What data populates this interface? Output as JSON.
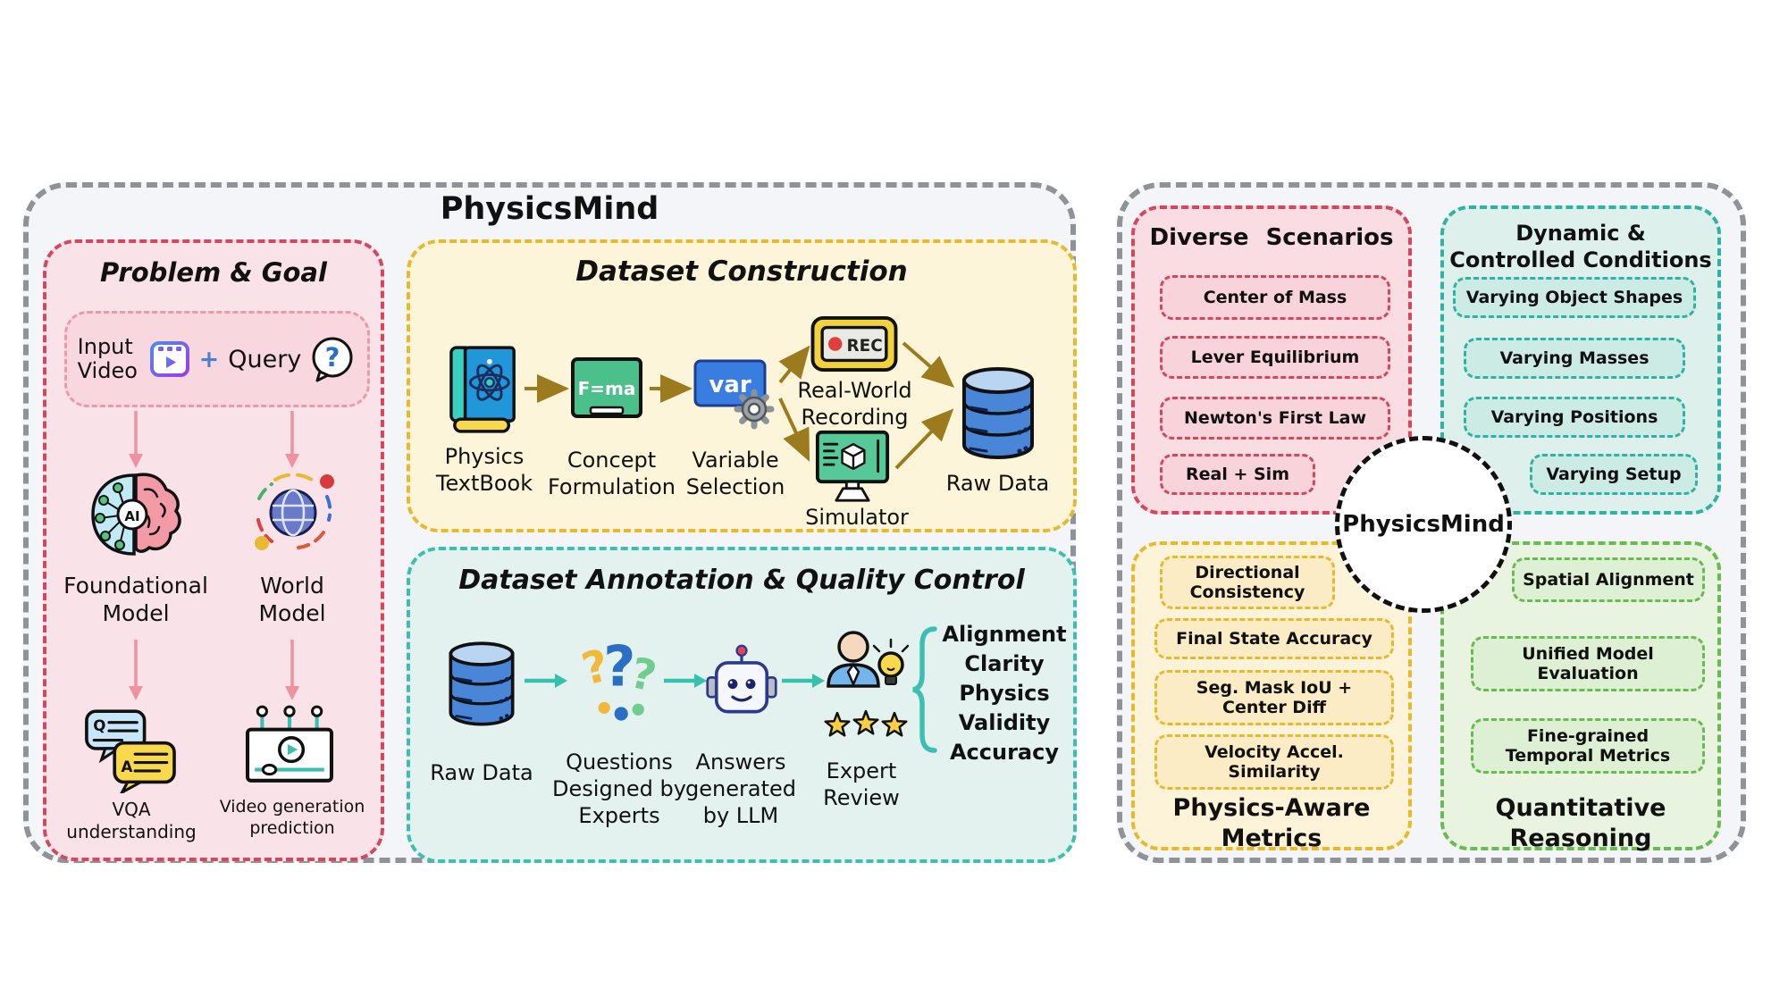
{
  "main_title": "PhysicsMind",
  "problem": {
    "title": "Problem & Goal",
    "input_video": "Input Video",
    "plus": "+",
    "query": "Query",
    "foundational": "Foundational Model",
    "world": "World Model",
    "vqa": "VQA understanding",
    "videogen": "Video generation prediction"
  },
  "construction": {
    "title": "Dataset Construction",
    "physics_textbook": "Physics TextBook",
    "concept_formulation": "Concept Formulation",
    "variable_selection": "Variable Selection",
    "real_world": "Real-World Recording",
    "simulator": "Simulator",
    "raw_data": "Raw Data",
    "rec": "REC",
    "formula": "F=ma",
    "var": "var"
  },
  "annotation": {
    "title": "Dataset Annotation & Quality Control",
    "raw_data": "Raw Data",
    "questions": "Questions Designed by Experts",
    "answers": "Answers generated by LLM",
    "expert_review": "Expert Review",
    "criteria": [
      "Alignment",
      "Clarity",
      "Physics",
      "Validity",
      "Accuracy"
    ]
  },
  "right": {
    "center": "PhysicsMind",
    "scenarios": {
      "title": "Diverse Scenarios",
      "items": [
        "Center of Mass",
        "Lever Equilibrium",
        "Newton's First Law",
        "Real + Sim"
      ]
    },
    "conditions": {
      "title": "Dynamic & Controlled Conditions",
      "items": [
        "Varying Object Shapes",
        "Varying Masses",
        "Varying Positions",
        "Varying Setup"
      ]
    },
    "metrics": {
      "title": "Physics-Aware Metrics",
      "items": [
        "Directional Consistency",
        "Final State Accuracy",
        "Seg. Mask IoU + Center Diff",
        "Velocity Accel. Similarity"
      ]
    },
    "reasoning": {
      "title": "Quantitative Reasoning",
      "items": [
        "Spatial Alignment",
        "Unified Model Evaluation",
        "Fine-grained Temporal Metrics"
      ]
    }
  },
  "icons": {
    "ai": "AI",
    "q": "Q",
    "a": "A",
    "question_mark": "?"
  },
  "colors": {
    "red_dash": "#d6465d",
    "yellow_dash": "#e9b92d",
    "teal_dash": "#3bbfae",
    "green_dash": "#69ba50",
    "gray_dash": "#8f9296",
    "pink_arrow": "#f0919f",
    "gold_arrow": "#9c7a1e",
    "teal_arrow": "#35c1ab"
  }
}
